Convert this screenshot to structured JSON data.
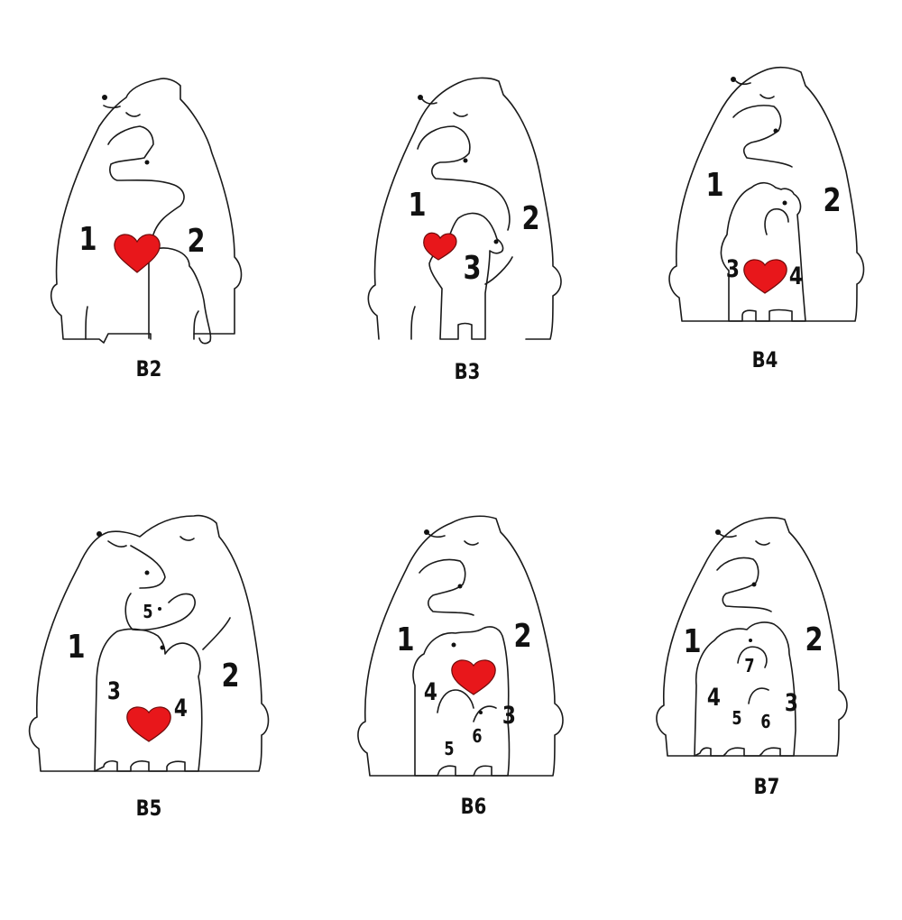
{
  "variants": [
    {
      "code": "B2",
      "numbers": [
        "1",
        "2"
      ]
    },
    {
      "code": "B3",
      "numbers": [
        "1",
        "2",
        "3"
      ]
    },
    {
      "code": "B4",
      "numbers": [
        "1",
        "2",
        "3",
        "4"
      ]
    },
    {
      "code": "B5",
      "numbers": [
        "1",
        "5",
        "3",
        "4",
        "2"
      ]
    },
    {
      "code": "B6",
      "numbers": [
        "1",
        "2",
        "4",
        "3",
        "6",
        "5"
      ]
    },
    {
      "code": "B7",
      "numbers": [
        "1",
        "2",
        "7",
        "4",
        "3",
        "5",
        "6"
      ]
    }
  ],
  "colors": {
    "heart": "#e8171b",
    "outline": "#1a1a1a",
    "background": "#ffffff"
  },
  "icons": [
    "polar-bear-family-outline-icon",
    "heart-icon"
  ]
}
